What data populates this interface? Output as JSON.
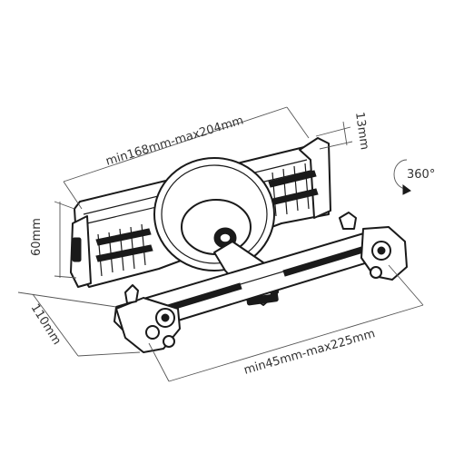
{
  "dimensions": {
    "holder_width": "min168mm-max204mm",
    "clamp_depth": "13mm",
    "rotation": "360°",
    "holder_height": "60mm",
    "bar_depth": "110mm",
    "bar_width": "min45mm-max225mm"
  },
  "colors": {
    "line": "#1a1a1a",
    "dimension": "#555555",
    "background": "#ffffff"
  },
  "icons": [
    "rotation-arrow-icon",
    "screw-icon",
    "clamp-knob-icon"
  ]
}
